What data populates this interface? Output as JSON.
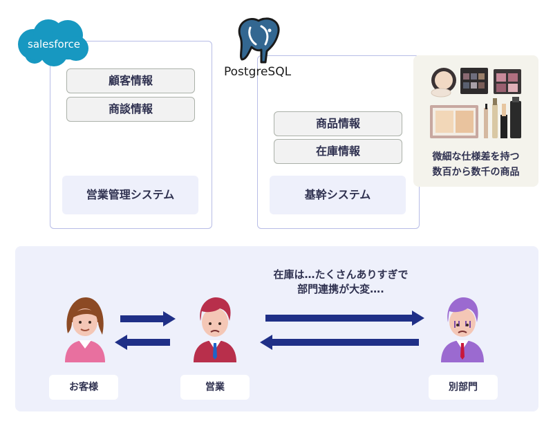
{
  "brands": {
    "salesforce": "salesforce",
    "postgres": "PostgreSQL"
  },
  "sales_system": {
    "items": [
      "顧客情報",
      "商談情報"
    ],
    "label": "営業管理システム"
  },
  "core_system": {
    "items": [
      "商品情報",
      "在庫情報"
    ],
    "label": "基幹システム"
  },
  "products": {
    "caption_line1": "微細な仕様差を持つ",
    "caption_line2": "数百から数千の商品"
  },
  "flow": {
    "note_line1": "在庫は…たくさんありすぎで",
    "note_line2": "部門連携が大変….",
    "roles": [
      "お客様",
      "営業",
      "別部門"
    ]
  },
  "colors": {
    "salesforce_blue": "#1798c1",
    "postgres_blue": "#336791",
    "arrow_navy": "#1f2f87",
    "panel_border": "#b7bce6",
    "section_bg": "#eef0fb"
  }
}
